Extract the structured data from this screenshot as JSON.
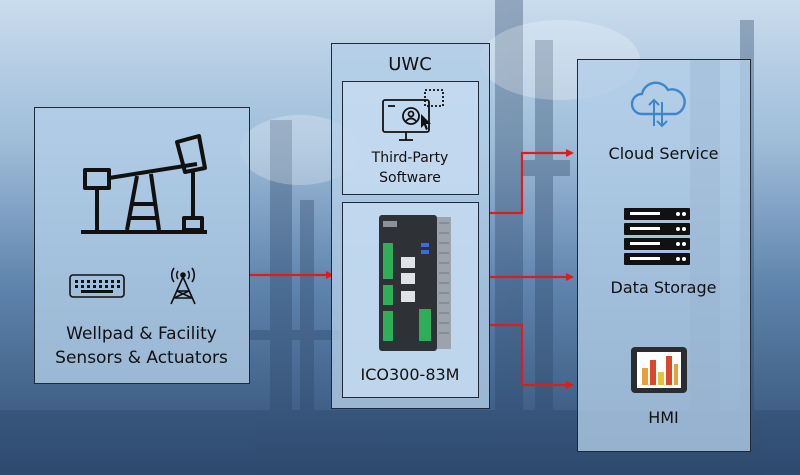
{
  "left_panel": {
    "label_line1": "Wellpad & Facility",
    "label_line2": "Sensors & Actuators",
    "icons": [
      "oil-pump-jack-icon",
      "keyboard-icon",
      "radio-tower-icon"
    ]
  },
  "uwc_panel": {
    "title": "UWC",
    "software_line1": "Third-Party",
    "software_line2": "Software",
    "device_label": "ICO300-83M",
    "icons": [
      "monitor-user-icon",
      "industrial-computer-device"
    ]
  },
  "right_panel": {
    "cloud_label": "Cloud Service",
    "storage_label": "Data Storage",
    "hmi_label": "HMI",
    "icons": [
      "cloud-sync-icon",
      "server-rack-icon",
      "hmi-tablet-icon"
    ]
  },
  "colors": {
    "arrow": "#e01b1b",
    "cloud_icon": "#3f86c9",
    "hmi_bars": [
      "#e8a13a",
      "#d94a2b",
      "#e8c23a"
    ]
  }
}
